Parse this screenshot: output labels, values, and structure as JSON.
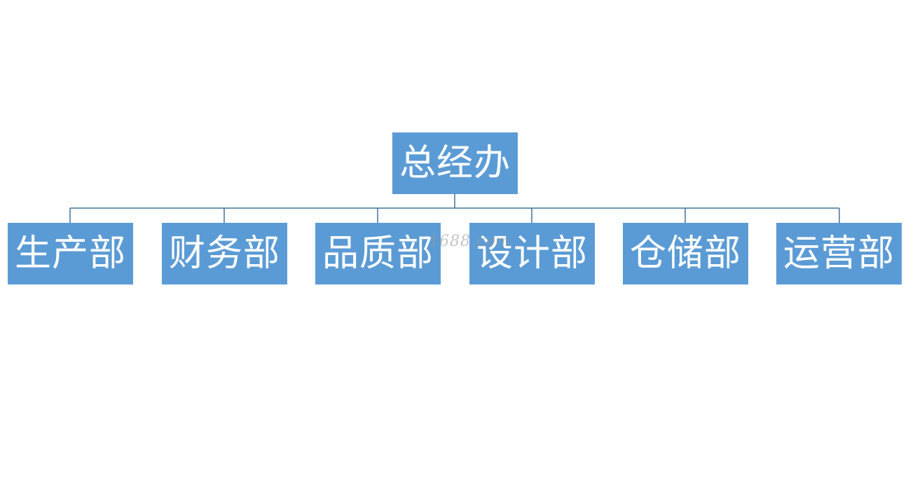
{
  "org_chart": {
    "root": {
      "label": "总经办"
    },
    "children": [
      {
        "label": "生产部"
      },
      {
        "label": "财务部"
      },
      {
        "label": "品质部"
      },
      {
        "label": "设计部"
      },
      {
        "label": "仓储部"
      },
      {
        "label": "运营部"
      }
    ]
  },
  "watermark": {
    "text": "1688.com"
  },
  "colors": {
    "node_fill": "#5b9bd5",
    "node_text": "#ffffff",
    "connector": "#41719c"
  }
}
